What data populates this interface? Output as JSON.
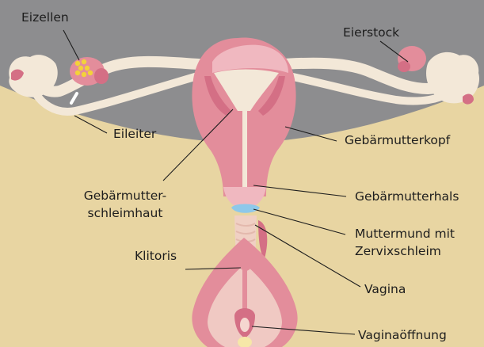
{
  "colors": {
    "background": "#e8d5a2",
    "upper_band": "#8d8d8f",
    "tissue_pink": "#e38d9b",
    "tissue_dark": "#d46f85",
    "tissue_light": "#f0b8c0",
    "cream": "#f3e8d8",
    "cervical_mucus": "#8ec8ea",
    "egg_cells": "#f3d23a",
    "leader_line": "#1d1d1d"
  },
  "labels": {
    "eizellen": "Eizellen",
    "eierstock": "Eierstock",
    "eileiter": "Eileiter",
    "gebaermutterkopf": "Gebärmutterkopf",
    "gebaermutterschleimhaut_1": "Gebärmutter-",
    "gebaermutterschleimhaut_2": "schleimhaut",
    "gebaermutterhals": "Gebärmutterhals",
    "muttermund_1": "Muttermund mit",
    "muttermund_2": "Zervixschleim",
    "klitoris": "Klitoris",
    "vagina": "Vagina",
    "vaginaoeffnung": "Vaginaöffnung"
  }
}
